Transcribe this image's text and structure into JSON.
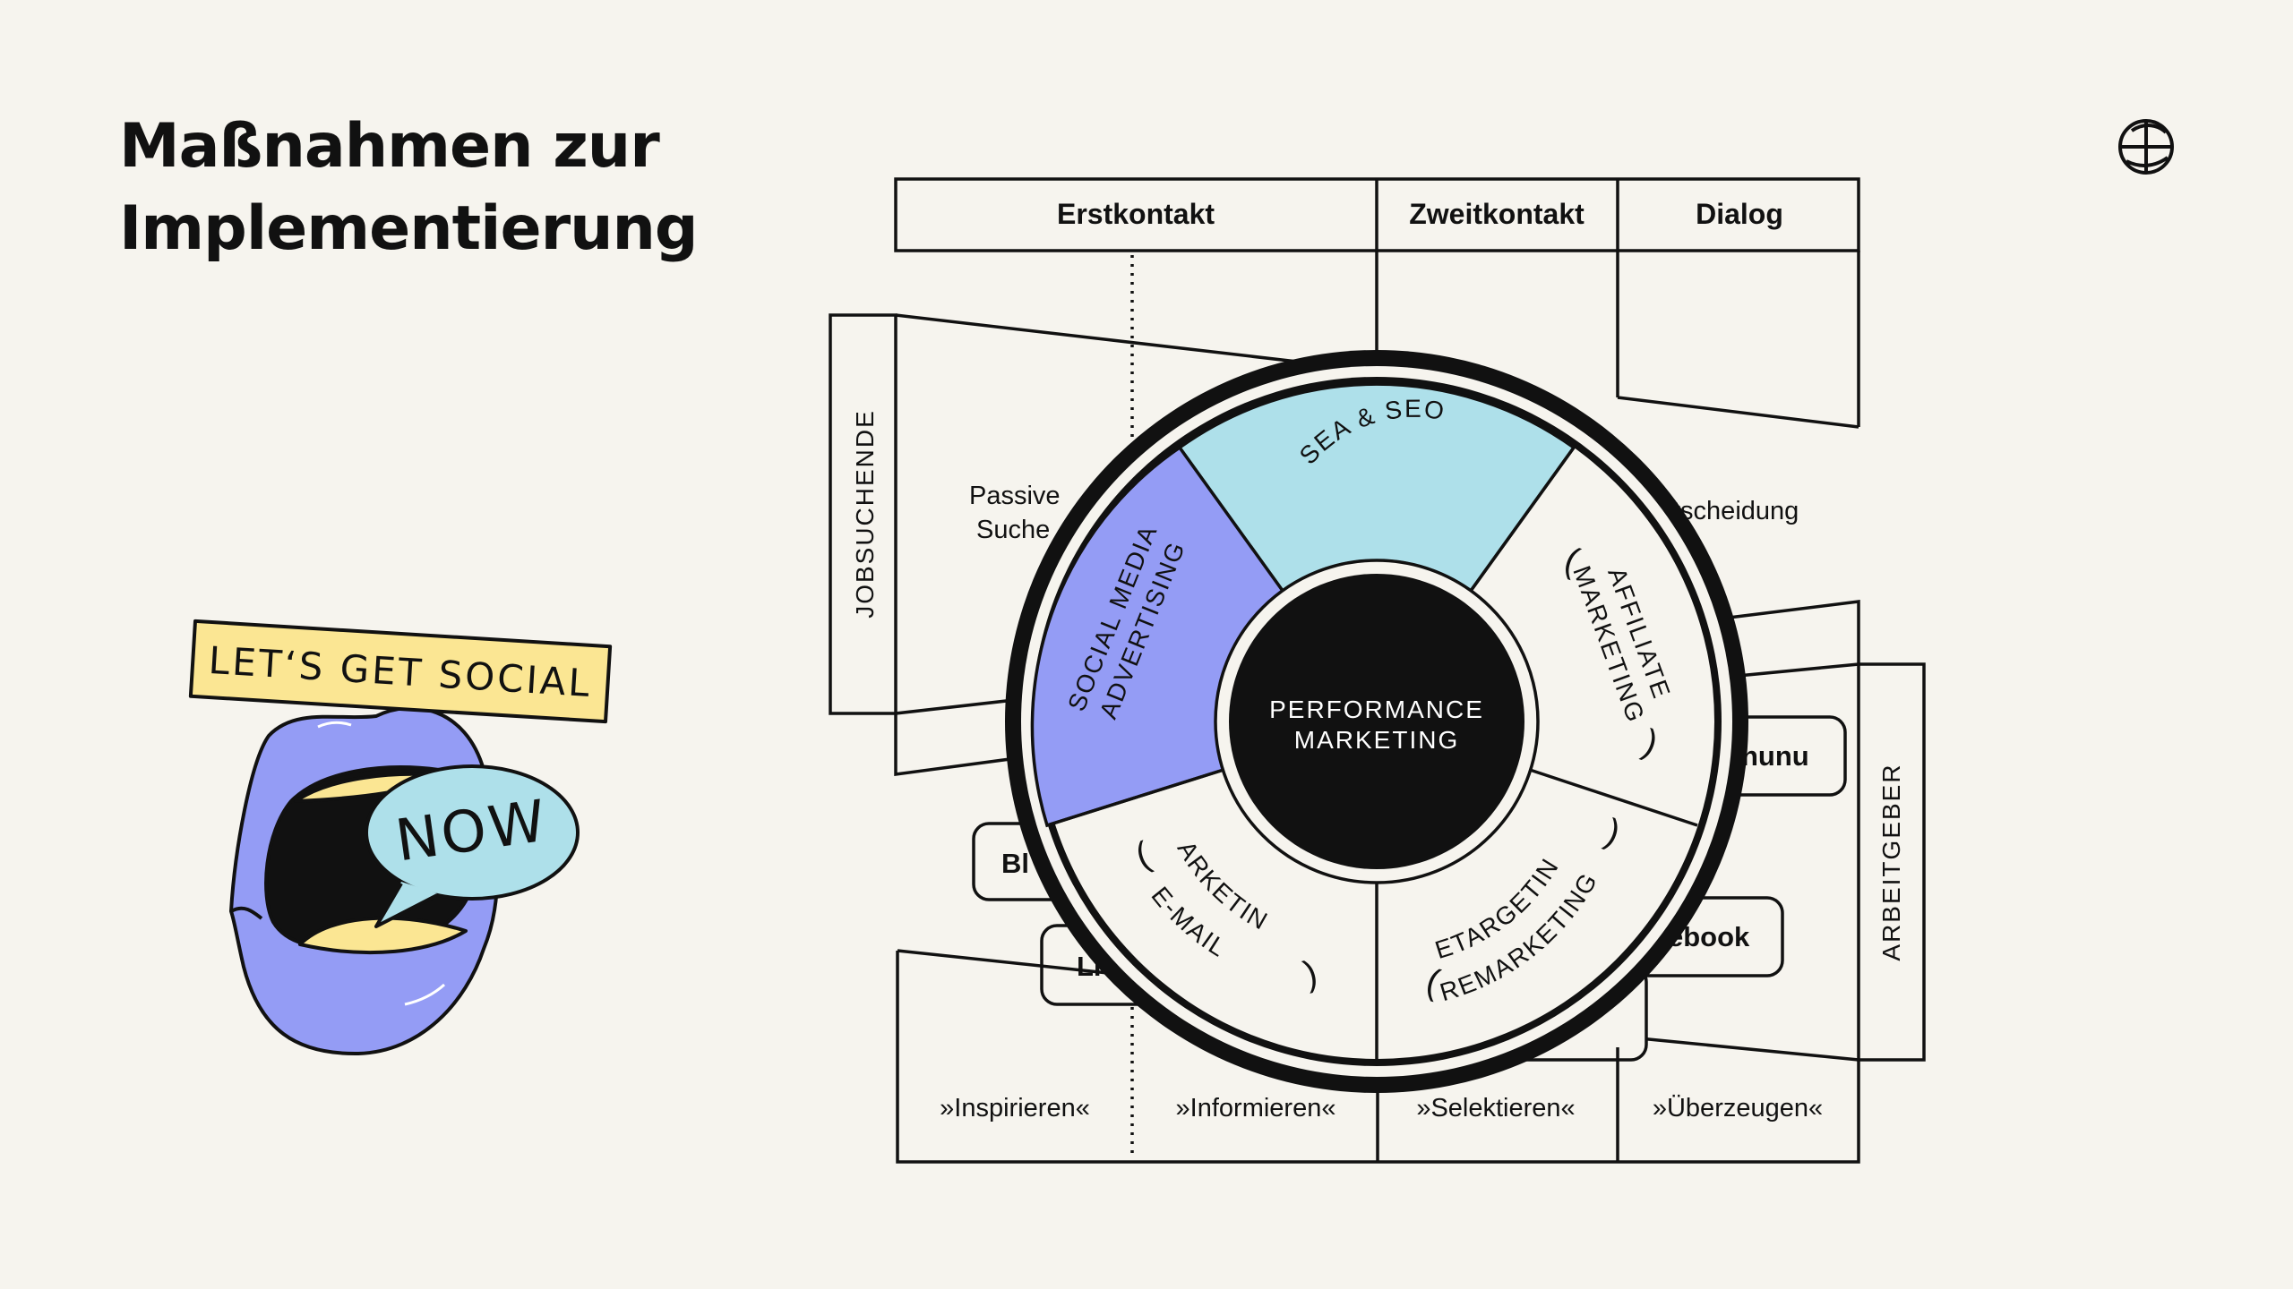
{
  "slide": {
    "title_line1": "Maßnahmen zur",
    "title_line2": "Implementierung"
  },
  "table": {
    "columns": [
      "Erstkontakt",
      "Zweitkontakt",
      "Dialog"
    ],
    "left_label": "JOBSUCHENDE",
    "right_label": "ARBEITGEBER",
    "stage_texts": [
      "Passive",
      "Suche",
      "tscheidung"
    ],
    "bottom_phases": [
      "»Inspirieren«",
      "»Informieren«",
      "»Selektieren«",
      "»Überzeugen«"
    ]
  },
  "channels": [
    "Bl",
    "Li",
    "hunu",
    "ebook"
  ],
  "wheel": {
    "center_line1": "PERFORMANCE",
    "center_line2": "MARKETING",
    "segments": {
      "sea_seo": "SEA & SEO",
      "social_line1": "SOCIAL MEDIA",
      "social_line2": "ADVERTISING",
      "affiliate_line1": "AFFILIATE",
      "affiliate_line2": "MARKETING",
      "remarketing_line1": "REMARKETING",
      "remarketing_line2": "RETARGETING",
      "email_line1": "E-MAIL",
      "email_line2": "MARKETING",
      "open_paren": "(",
      "close_paren": ")"
    }
  },
  "sticker": {
    "banner": "LET‘S GET SOCIAL",
    "bubble": "NOW"
  },
  "colors": {
    "background": "#f6f4ee",
    "ink": "#111111",
    "sea_seo_fill": "#aee0ea",
    "social_fill": "#949cf5",
    "lips_fill": "#949cf5",
    "banner_fill": "#fbe693",
    "bubble_fill": "#aee0ea",
    "teeth_fill": "#fbe693"
  },
  "icons": [
    "globe-logo-icon"
  ]
}
